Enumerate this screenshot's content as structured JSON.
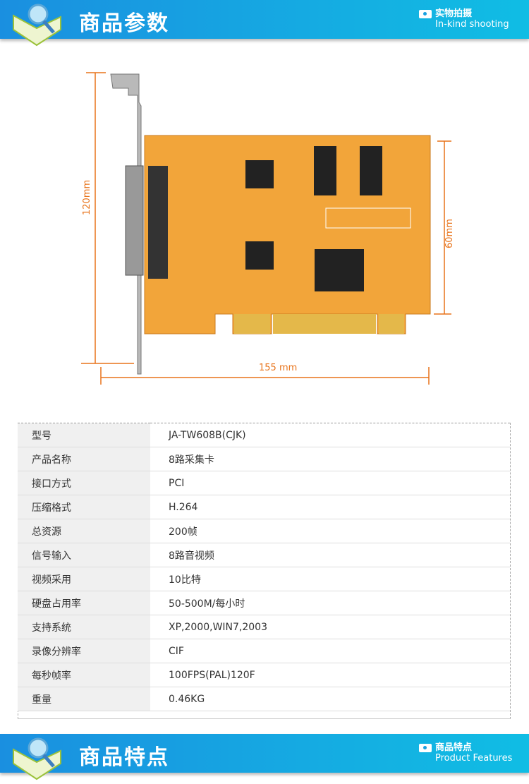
{
  "header": {
    "title": "商品参数",
    "sub_cn": "实物拍摄",
    "sub_en": "In-kind shooting"
  },
  "dimensions": {
    "height": "120mm",
    "pcb_height": "60mm",
    "width": "155 mm"
  },
  "specs": [
    {
      "k": "型号",
      "v": "JA-TW608B(CJK)"
    },
    {
      "k": "产品名称",
      "v": "8路采集卡"
    },
    {
      "k": "接口方式",
      "v": "PCI"
    },
    {
      "k": "压缩格式",
      "v": "H.264"
    },
    {
      "k": "总资源",
      "v": "200帧"
    },
    {
      "k": "信号输入",
      "v": "8路音视频"
    },
    {
      "k": "视频采用",
      "v": "10比特"
    },
    {
      "k": "硬盘占用率",
      "v": "50-500M/每小时"
    },
    {
      "k": "支持系统",
      "v": "XP,2000,WIN7,2003"
    },
    {
      "k": "录像分辨率",
      "v": "CIF"
    },
    {
      "k": "每秒帧率",
      "v": "100FPS(PAL)120F"
    },
    {
      "k": "重量",
      "v": "0.46KG"
    }
  ],
  "footer": {
    "title": "商品特点",
    "sub_cn": "商品特点",
    "sub_en": "Product Features"
  },
  "colors": {
    "banner": "#14a8e2",
    "dimension": "#e8731a",
    "pcb": "#f2a53a"
  }
}
